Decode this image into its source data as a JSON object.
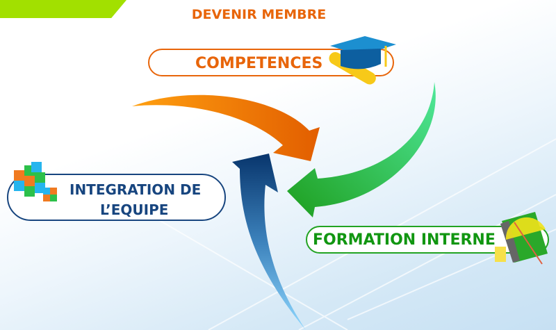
{
  "title": "DEVENIR MEMBRE",
  "nodes": {
    "competences": {
      "label": "COMPETENCES",
      "icon": "graduation-cap-diploma-icon",
      "color": "#e8650a"
    },
    "integration": {
      "line1": "INTEGRATION DE",
      "line2": "L’EQUIPE",
      "icon": "cubes-icon",
      "color": "#17457f"
    },
    "formation": {
      "label": "FORMATION INTERNE",
      "icon": "notebook-protractor-icon",
      "color": "#22a322"
    }
  },
  "colors": {
    "accent_bar": "#a2e000",
    "orange": "#e8650a",
    "green": "#2dbb4f",
    "blue": "#0e3a73"
  }
}
